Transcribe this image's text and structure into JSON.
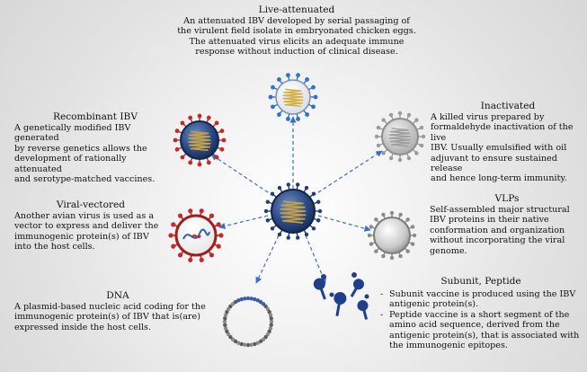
{
  "sections": {
    "live_attenuated": {
      "title": "Live-attenuated",
      "lines": [
        "An attenuated IBV developed by serial passaging of",
        "the virulent field isolate in embryonated chicken eggs.",
        "The attenuated virus elicits an adequate immune",
        "response without induction of clinical disease."
      ]
    },
    "inactivated": {
      "title": "Inactivated",
      "lines": [
        "A killed virus prepared by",
        "formaldehyde inactivation of the live",
        "IBV. Usually emulsified with oil",
        "adjuvant to ensure sustained release",
        "and hence long-term immunity."
      ]
    },
    "recombinant": {
      "title": "Recombinant IBV",
      "lines": [
        "A genetically modified IBV generated",
        "by reverse genetics allows the",
        "development of rationally attenuated",
        "and serotype-matched vaccines."
      ]
    },
    "viral_vectored": {
      "title": "Viral-vectored",
      "lines": [
        "Another avian virus is used as a",
        "vector to express and deliver the",
        "immunogenic protein(s) of IBV",
        "into the host cells."
      ]
    },
    "vlps": {
      "title": "VLPs",
      "lines": [
        "Self-assembled major structural",
        "IBV proteins in their native",
        "conformation and organization",
        "without incorporating the viral",
        "genome."
      ]
    },
    "dna": {
      "title": "DNA",
      "lines": [
        "A plasmid-based nucleic acid coding for the",
        "immunogenic protein(s) of IBV that is(are)",
        "expressed inside the host cells."
      ]
    },
    "subunit": {
      "title": "Subunit, Peptide",
      "items": [
        {
          "lines": [
            "Subunit vaccine is produced using the IBV",
            "antigenic protein(s)."
          ]
        },
        {
          "lines": [
            "Peptide vaccine is a short segment of the",
            "amino acid sequence, derived from the",
            "antigenic protein(s), that is associated with",
            "the immunogenic epitopes."
          ]
        }
      ]
    }
  },
  "colors": {
    "arrow": "#3a6fc4",
    "core_blue": "#1f3f7a",
    "genome_gold": "#c8a040",
    "spike_live": "#2d74c9",
    "spike_recombinant": "#c42a2a",
    "spike_vector": "#c42a2a",
    "spike_inactivated": "#9a9a9a",
    "vlp_gray": "#8a8a8a",
    "subunit_blue": "#1f3f8a"
  },
  "icons": [
    "ibv-virion-icon",
    "live-attenuated-virion-icon",
    "inactivated-virion-icon",
    "recombinant-virion-icon",
    "viral-vector-icon",
    "vlp-icon",
    "dna-plasmid-icon",
    "subunit-protein-icon"
  ]
}
